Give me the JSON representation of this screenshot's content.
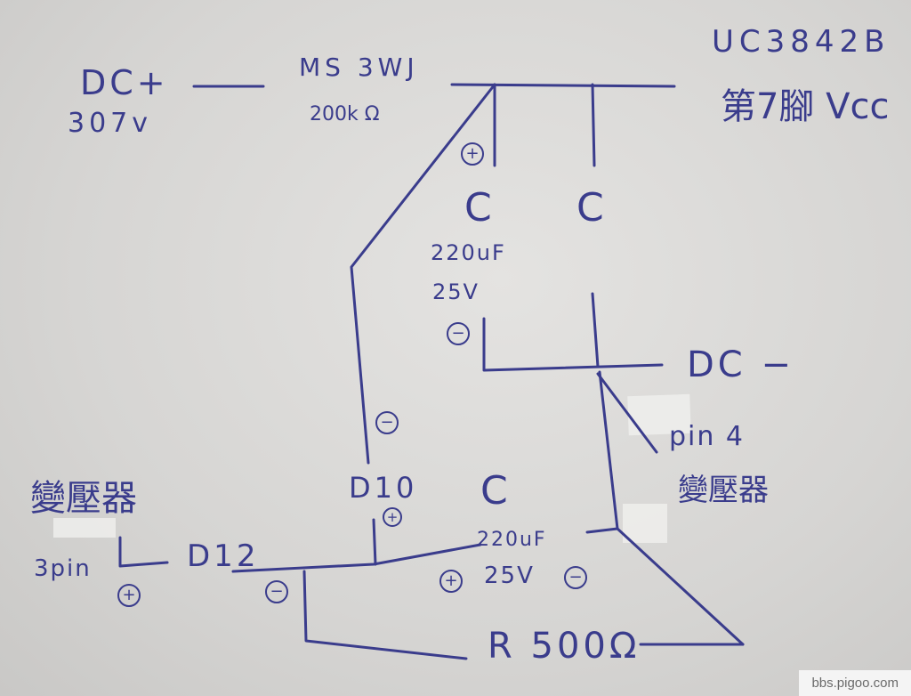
{
  "labels": {
    "dc_plus": "DC+",
    "voltage_in": "307v",
    "resistor_model": "MS 3WJ",
    "resistor_value": "200k Ω",
    "ic_name": "UC3842B",
    "ic_pin": "第7腳 Vcc",
    "cap1": "C",
    "cap2": "C",
    "cap1_value": "220uF",
    "cap1_voltage": "25V",
    "dc_minus": "DC −",
    "pin4": "pin 4",
    "transformer_right": "變壓器",
    "diode10": "D10",
    "cap3": "C",
    "cap3_value": "220uF",
    "cap3_voltage": "25V",
    "transformer_left": "變壓器",
    "pin3": "3pin",
    "diode12": "D12",
    "resistor2": "R 500Ω"
  },
  "polarity": {
    "cap1_plus": "+",
    "cap1_minus": "−",
    "d10_minus": "−",
    "d10_plus": "+",
    "pin3_plus": "+",
    "d12_minus": "−",
    "cap3_plus": "+",
    "cap3_minus": "−"
  },
  "watermark": "bbs.pigoo.com",
  "colors": {
    "ink": "#3a3c8c",
    "paper": "#dcdbd9"
  }
}
